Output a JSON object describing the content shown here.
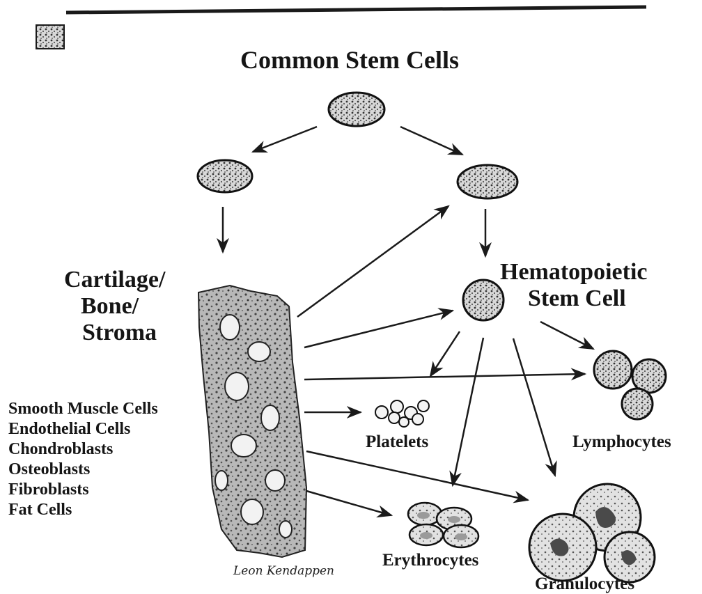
{
  "title": "Common Stem Cells",
  "labels": {
    "cartilage": [
      "Cartilage/",
      "Bone/",
      "Stroma"
    ],
    "hematopoietic": [
      "Hematopoietic",
      "Stem Cell"
    ],
    "platelets": "Platelets",
    "lymphocytes": "Lymphocytes",
    "erythrocytes": "Erythrocytes",
    "granulocytes": "Granulocytes"
  },
  "mesenchymal_derivatives": [
    "Smooth Muscle Cells",
    "Endothelial Cells",
    "Chondroblasts",
    "Osteoblasts",
    "Fibroblasts",
    "Fat Cells"
  ],
  "signature": "Leon Kendappen",
  "colors": {
    "ink": "#151515",
    "cell_fill": "#cfcfcf",
    "tissue_fill": "#bdbdbd"
  }
}
